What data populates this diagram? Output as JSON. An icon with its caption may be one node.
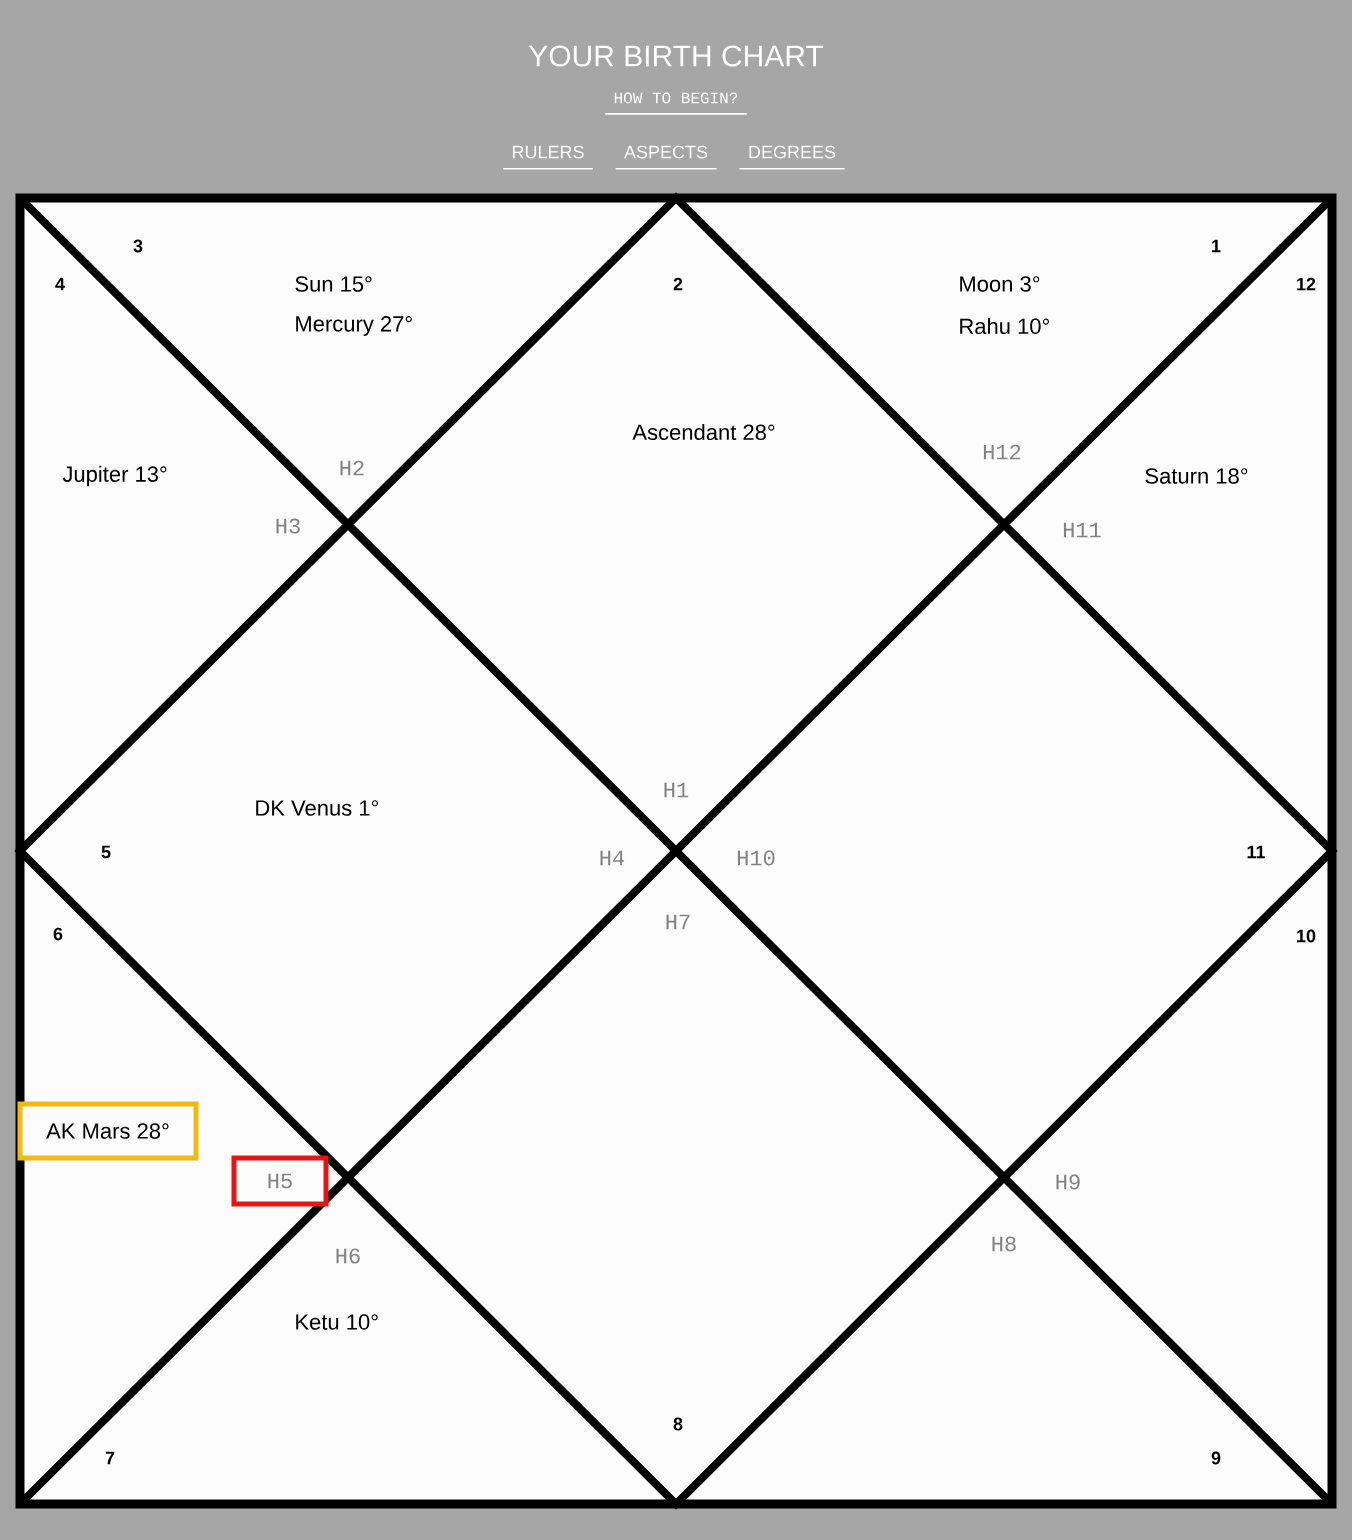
{
  "diagram": {
    "title": "YOUR BIRTH CHART",
    "nodes": [
      {
        "text": [
          "AK Mars 28°"
        ]
      },
      {
        "text": [
          "H5"
        ]
      }
    ],
    "labels": [
      "HOW TO BEGIN?",
      "RULERS",
      "ASPECTS",
      "DEGREES",
      "3",
      "4",
      "Sun 15°",
      "2",
      "Moon 3°",
      "1",
      "12",
      "Mercury 27°",
      "Rahu 10°",
      "Ascendant 28°",
      "H12",
      "H2",
      "Jupiter 13°",
      "Saturn 18°",
      "H3",
      "H11",
      "H1",
      "DK Venus 1°",
      "5",
      "H4",
      "H10",
      "11",
      "H7",
      "6",
      "10",
      "H9",
      "H8",
      "H6",
      "Ketu 10°",
      "8",
      "7",
      "9"
    ]
  }
}
